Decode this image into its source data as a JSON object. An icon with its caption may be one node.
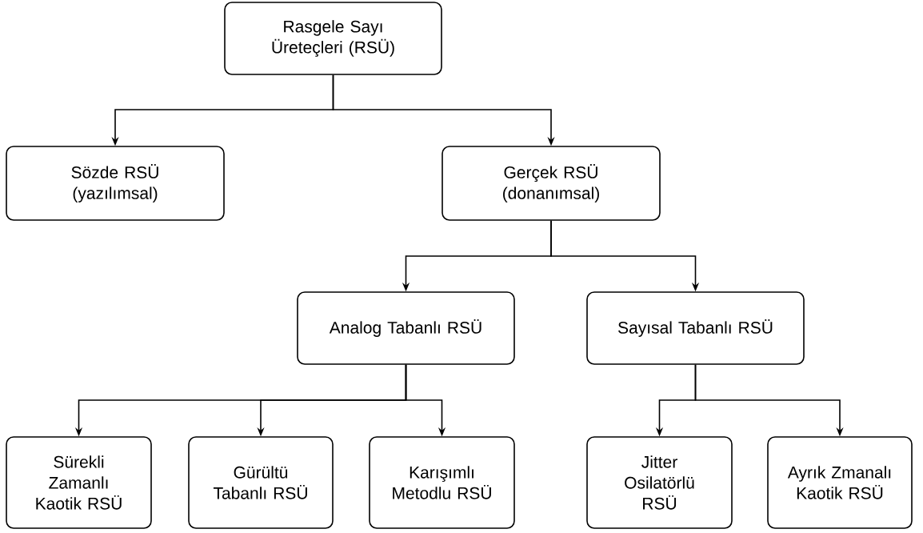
{
  "diagram": {
    "nodes": [
      {
        "text": [
          "Rasgele Sayı Üreteçleri (RSÜ)"
        ]
      },
      {
        "text": [
          "Sözde RSÜ (yazılımsal)"
        ]
      },
      {
        "text": [
          "Gerçek RSÜ (donanımsal)"
        ]
      },
      {
        "text": [
          "Analog Tabanlı RSÜ"
        ]
      },
      {
        "text": [
          "Sayısal Tabanlı RSÜ"
        ]
      },
      {
        "text": [
          "Sürekli Zamanlı Kaotik RSÜ"
        ]
      },
      {
        "text": [
          "Gürültü Tabanlı RSÜ"
        ]
      },
      {
        "text": [
          "Karışımlı Metodlu RSÜ"
        ]
      },
      {
        "text": [
          "Jitter Osilatörlü RSÜ"
        ]
      },
      {
        "text": [
          "Ayrık Zmanalı Kaotik RSÜ"
        ]
      }
    ],
    "edges": [
      {
        "from": 0,
        "to": 1,
        "arrow": "to"
      },
      {
        "from": 0,
        "to": 2,
        "arrow": "to"
      },
      {
        "from": 2,
        "to": 3,
        "arrow": "to"
      },
      {
        "from": 2,
        "to": 4,
        "arrow": "to"
      },
      {
        "from": 3,
        "to": 5,
        "arrow": "to"
      },
      {
        "from": 3,
        "to": 6,
        "arrow": "to"
      },
      {
        "from": 3,
        "to": 7,
        "arrow": "to"
      },
      {
        "from": 4,
        "to": 8,
        "arrow": "to"
      },
      {
        "from": 4,
        "to": 9,
        "arrow": "to"
      }
    ]
  }
}
